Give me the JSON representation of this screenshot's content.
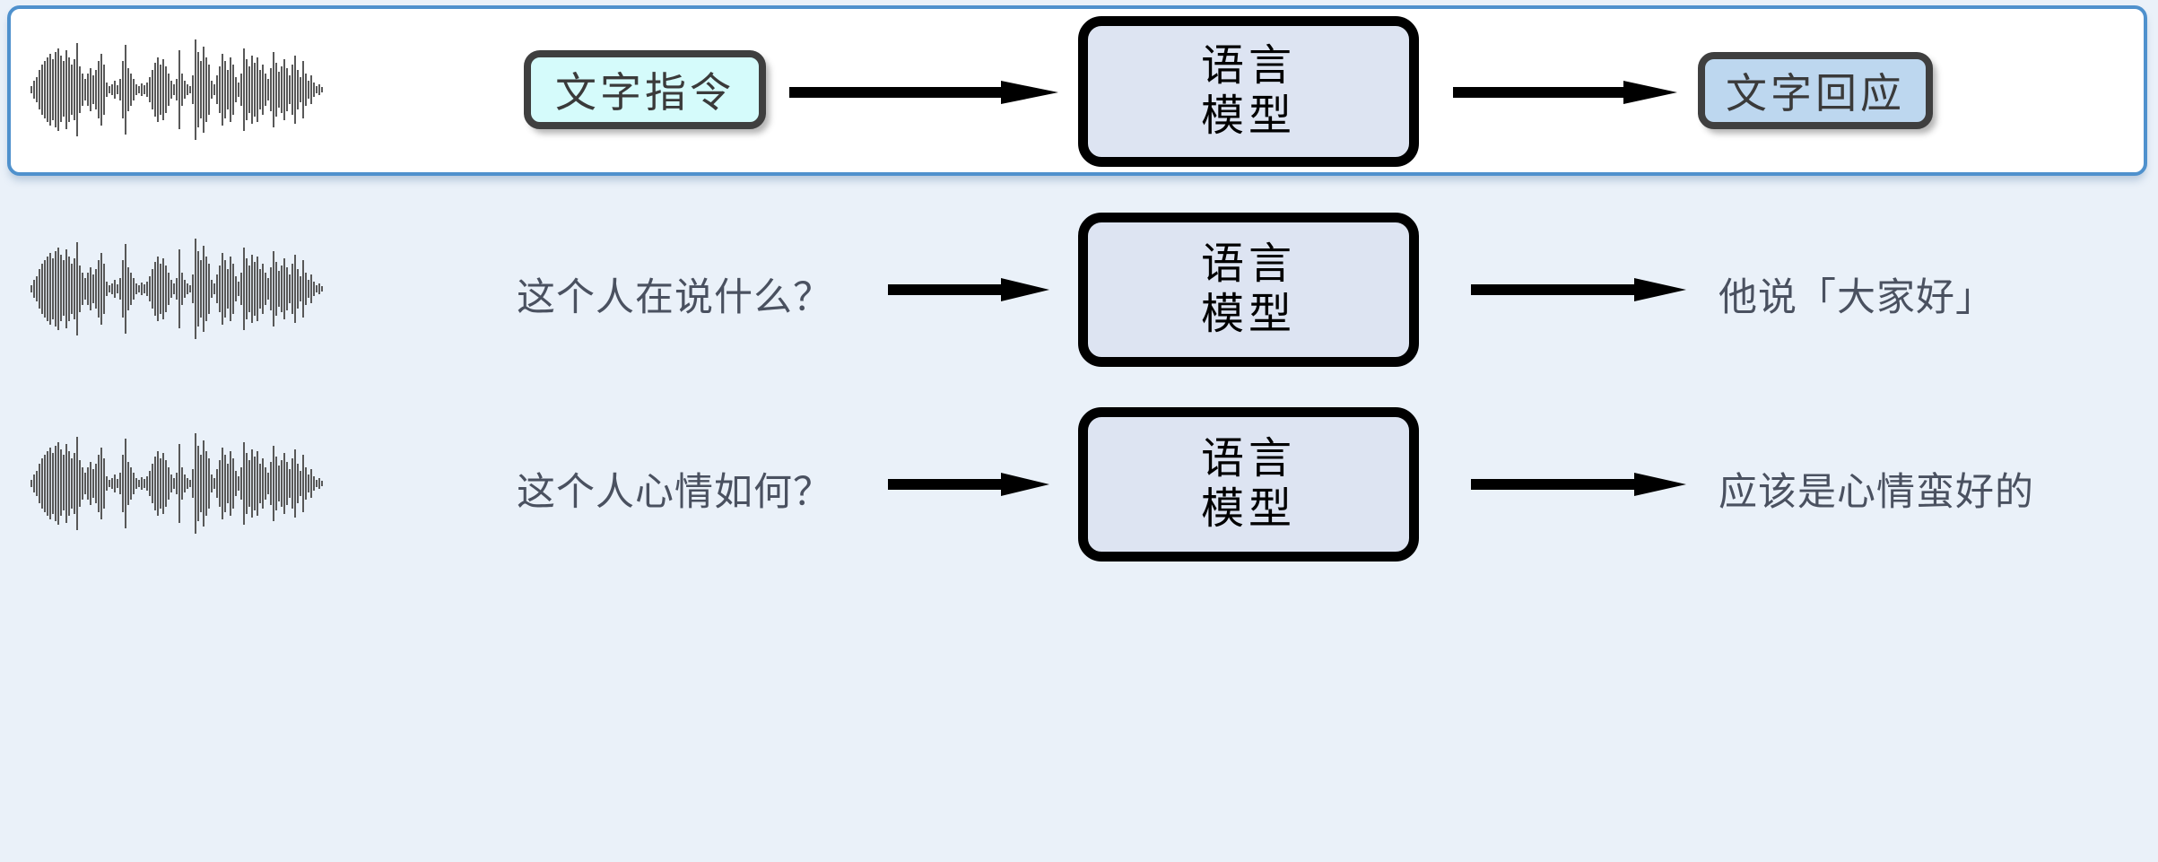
{
  "figure": {
    "title_visible": false,
    "background_color": "#eaf1f9",
    "panel_border_color": "#4f91cd"
  },
  "colors": {
    "prompt_chip_fill": "#d5fbfb",
    "response_chip_fill": "#bdd7ef",
    "chip_border": "#3f3f3f",
    "lm_box_fill": "#dde4f2",
    "lm_box_border": "#000000",
    "waveform": "#585858",
    "plain_text": "#4a5160",
    "arrow": "#000000"
  },
  "rows": [
    {
      "id": "row-generic",
      "highlighted": true,
      "waveform_label": "audio-waveform",
      "input_label": "文字指令",
      "input_style": "chip",
      "model_line1": "语言",
      "model_line2": "模型",
      "output_label": "文字回应",
      "output_style": "chip"
    },
    {
      "id": "row-asr",
      "highlighted": false,
      "waveform_label": "audio-waveform",
      "input_label": "这个人在说什么？",
      "input_style": "text",
      "model_line1": "语言",
      "model_line2": "模型",
      "output_label": "他说「大家好」",
      "output_style": "text"
    },
    {
      "id": "row-emotion",
      "highlighted": false,
      "waveform_label": "audio-waveform",
      "input_label": "这个人心情如何？",
      "input_style": "text",
      "model_line1": "语言",
      "model_line2": "模型",
      "output_label": "应该是心情蛮好的",
      "output_style": "text"
    }
  ]
}
